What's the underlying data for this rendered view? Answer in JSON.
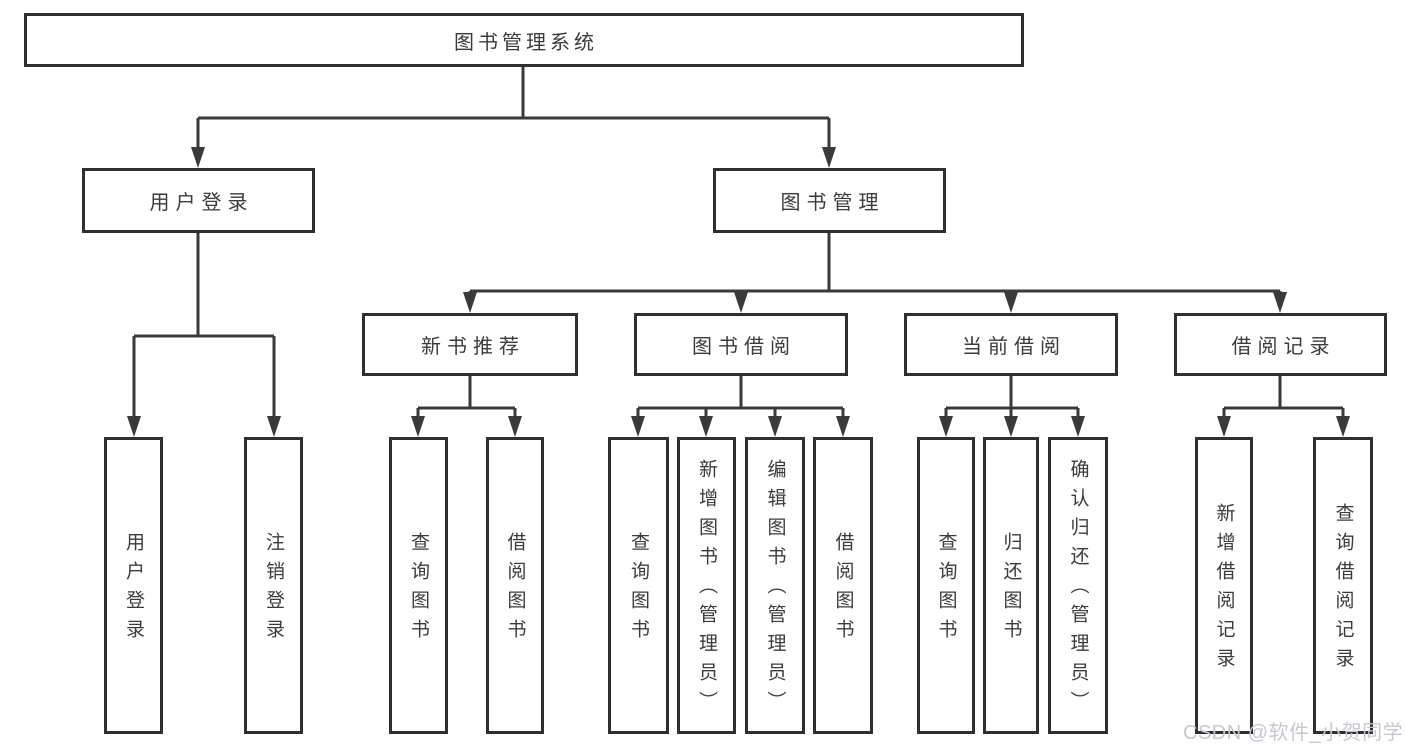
{
  "diagram": {
    "type": "hierarchy-tree",
    "tree": {
      "label": "图书管理系统",
      "children": [
        {
          "label": "用户登录",
          "children": [
            {
              "label": "用户登录"
            },
            {
              "label": "注销登录"
            }
          ]
        },
        {
          "label": "图书管理",
          "children": [
            {
              "label": "新书推荐",
              "children": [
                {
                  "label": "查询图书"
                },
                {
                  "label": "借阅图书"
                }
              ]
            },
            {
              "label": "图书借阅",
              "children": [
                {
                  "label": "查询图书"
                },
                {
                  "label": "新增图书（管理员）"
                },
                {
                  "label": "编辑图书（管理员）"
                },
                {
                  "label": "借阅图书"
                }
              ]
            },
            {
              "label": "当前借阅",
              "children": [
                {
                  "label": "查询图书"
                },
                {
                  "label": "归还图书"
                },
                {
                  "label": "确认归还（管理员）"
                }
              ]
            },
            {
              "label": "借阅记录",
              "children": [
                {
                  "label": "新增借阅记录"
                },
                {
                  "label": "查询借阅记录"
                }
              ]
            }
          ]
        }
      ]
    },
    "colors": {
      "box_border": "#2f2f2f",
      "connector_line": "#3a3a3a",
      "text": "#3b3b3b",
      "background": "#ffffff",
      "watermark": "#c5c8ce"
    }
  },
  "watermark": {
    "text": "CSDN @软件_小贺同学"
  }
}
